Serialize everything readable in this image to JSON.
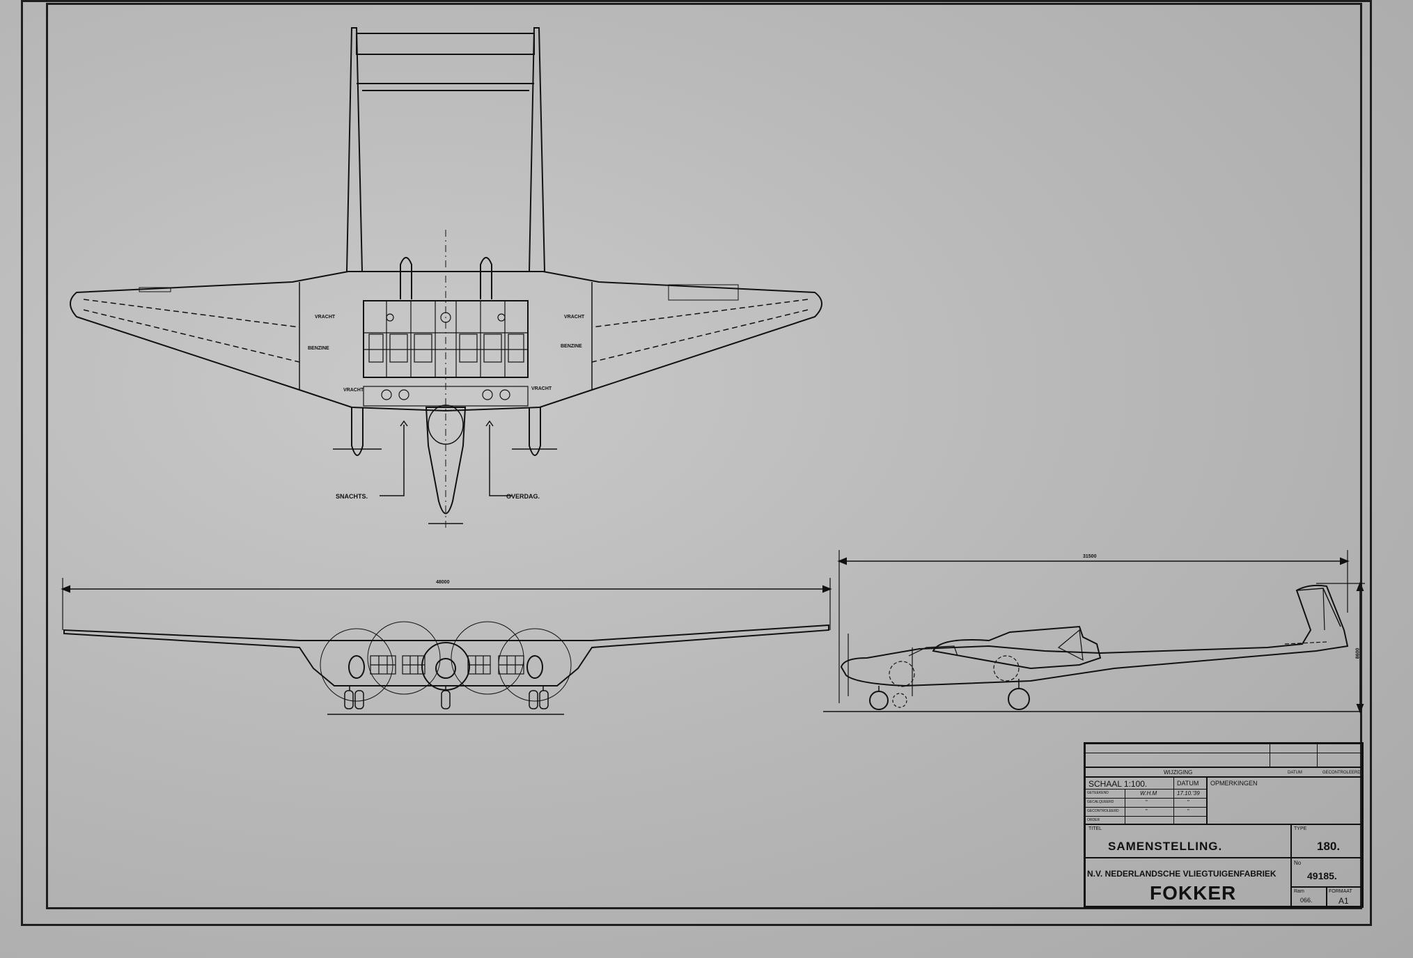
{
  "drawing": {
    "plan_labels": {
      "vracht": "VRACHT",
      "benzine": "BENZINE",
      "snachts": "SNACHTS.",
      "overdag": "OVERDAG."
    },
    "dimensions": {
      "span": "48000",
      "length": "31500",
      "height": "8600"
    }
  },
  "title_block": {
    "wijziging": "WIJZIGING",
    "datum_header": "DATUM",
    "gecontroleerd_header": "GECONTROLEERD",
    "schaal": "SCHAAL 1:100.",
    "datum": "DATUM",
    "opmerkingen": "OPMERKINGEN",
    "rows": [
      {
        "label": "GETEEKEND",
        "sign": "W.H.M",
        "date": "17.10.'39"
      },
      {
        "label": "GECALQUEERD",
        "sign": "\"",
        "date": "\""
      },
      {
        "label": "GECONTROLEERD",
        "sign": "\"",
        "date": "\""
      },
      {
        "label": "ORDER",
        "sign": "",
        "date": ""
      }
    ],
    "titel_label": "TITEL",
    "titel": "SAMENSTELLING.",
    "type_label": "TYPE",
    "type_value": "180.",
    "company": "N.V. NEDERLANDSCHE VLIEGTUIGENFABRIEK",
    "brand": "FOKKER",
    "no_label": "No",
    "number": "49185.",
    "ram_label": "Ram",
    "ram_value": "066.",
    "formaat_label": "FORMAAT",
    "formaat_value": "A1"
  }
}
